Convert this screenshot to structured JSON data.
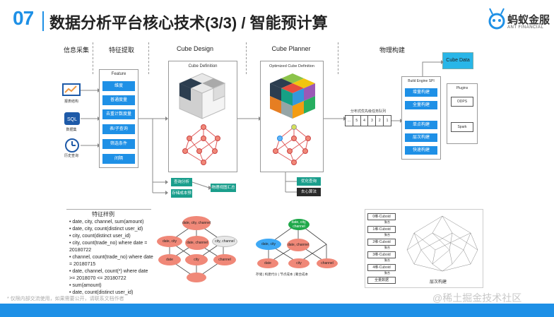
{
  "header": {
    "number": "07",
    "title": "数据分析平台核心技术(3/3) / 智能预计算",
    "logo_cn": "蚂蚁金服",
    "logo_en": "ANT FINANCIAL"
  },
  "stages": {
    "info": "信息采集",
    "feature": "特征提取",
    "cube_design": "Cube Design",
    "cube_planner": "Cube Planner",
    "physical": "物理构建"
  },
  "sources": [
    {
      "label": "报表结构"
    },
    {
      "label": "数据集"
    },
    {
      "label": "历史查询"
    }
  ],
  "feature_box": {
    "title": "Feature",
    "items": [
      "维度",
      "普通度量",
      "去重计数度量",
      "表/子查询",
      "筛选条件",
      "间隔"
    ]
  },
  "cube_definition": {
    "title": "Cube Definition",
    "outputs": [
      "查询分析",
      "存储成本预估",
      "物理视图汇总"
    ]
  },
  "optimized_cube": {
    "title": "Optimized Cube Definition",
    "outputs": [
      "优化查询",
      "去心算法"
    ]
  },
  "queue": {
    "title": "分布式优先级任务队列",
    "cells": [
      "...",
      "5",
      "4",
      "3",
      "2",
      "1"
    ]
  },
  "build_engine": {
    "title": "Build Engine SPI",
    "items": [
      "增量构建",
      "全量构建",
      "单点构建",
      "层次构建",
      "快速构建"
    ]
  },
  "plugins": {
    "title": "Plugins",
    "items": [
      "ODPS",
      "Spark"
    ]
  },
  "cube_data": "Cube Data",
  "samples": {
    "title": "特征样例",
    "items": [
      "date, city, channel, sum(amount)",
      "date, city, count(distinct user_id)",
      "city, count(distinct user_id)",
      "city, count(trade_no) where date = 20180722",
      "channel, count(trade_no) where date = 20180715",
      "date, channel, count(*) where date >= 2018070 <= 20180722",
      "sum(amount)",
      "date, count(distinct user_id)"
    ]
  },
  "graph_left": {
    "nodes": [
      "date, city, channel",
      "date, city",
      "date, channel",
      "city, channel",
      "date",
      "city",
      "channel"
    ]
  },
  "graph_mid": {
    "nodes": [
      "date, city, channel",
      "date, city",
      "date, channel",
      "date",
      "city",
      "channel"
    ],
    "legend": "存储 | 构建代价 | 节点成本 | 聚合成本"
  },
  "layers": {
    "labels": [
      "0维-Cuboid",
      "1维-Cuboid",
      "2维-Cuboid",
      "3维-Cuboid",
      "4维-Cuboid",
      "全量数据"
    ],
    "arrow_label": "聚合",
    "caption": "层次构建"
  },
  "footnote": "* 仅限内部交流使用，如果需要公开，请联系文档作者",
  "watermark": "@稀土掘金技术社区",
  "colors": {
    "accent": "#1e90e6",
    "teal": "#1a9e8c",
    "salmon": "#f08878",
    "green": "#1fa84a"
  }
}
